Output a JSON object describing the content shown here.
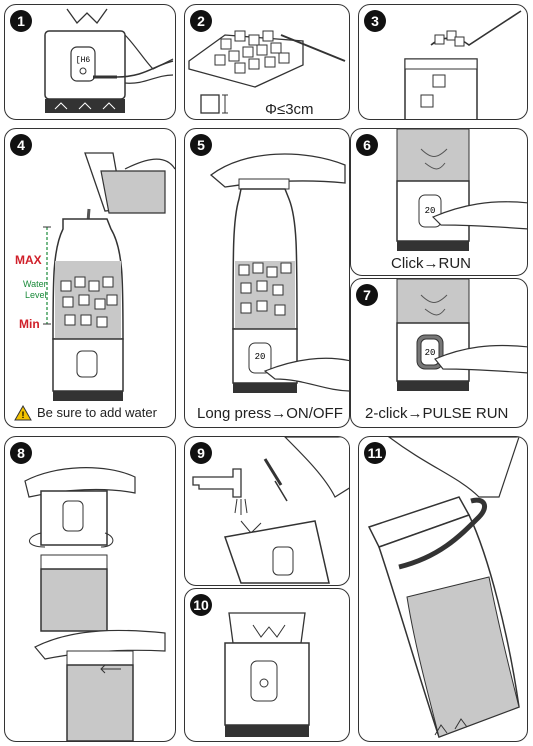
{
  "steps": {
    "s1": {
      "number": "1"
    },
    "s2": {
      "number": "2",
      "caption": "Φ≤3cm",
      "dim_symbol": "Φ"
    },
    "s3": {
      "number": "3"
    },
    "s4": {
      "number": "4",
      "max_label": "MAX",
      "water_level_label_1": "Water",
      "water_level_label_2": "Level",
      "min_label": "Min",
      "warning": "Be sure to add water"
    },
    "s5": {
      "number": "5",
      "caption": "Long press→ON/OFF",
      "display": "20"
    },
    "s6": {
      "number": "6",
      "caption": "Click→RUN",
      "display": "20"
    },
    "s7": {
      "number": "7",
      "caption": "2-click→PULSE RUN",
      "display": "20"
    },
    "s8": {
      "number": "8"
    },
    "s9": {
      "number": "9"
    },
    "s10": {
      "number": "10"
    },
    "s11": {
      "number": "11"
    }
  },
  "colors": {
    "max": "#d0202a",
    "min": "#d0202a",
    "water_level": "#1a8a3a",
    "warning": "#f2c200",
    "liquid": "#c8c8c8"
  }
}
